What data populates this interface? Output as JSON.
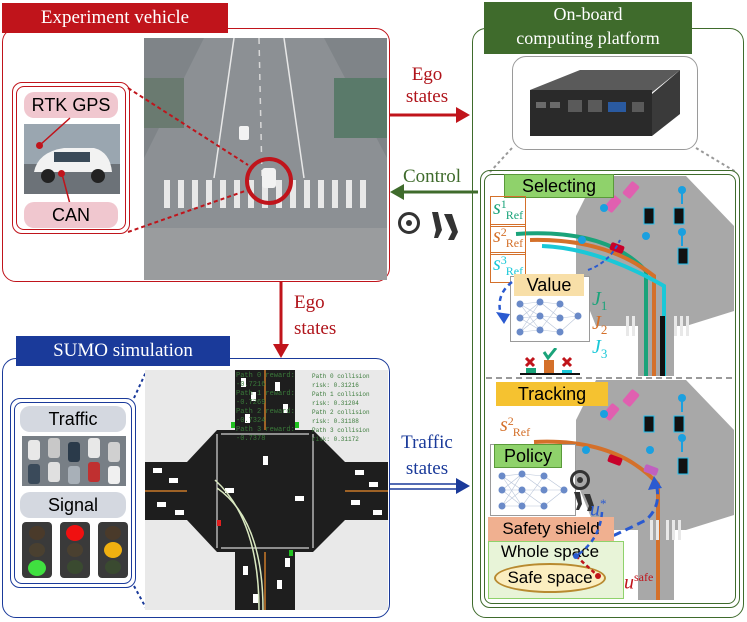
{
  "experiment": {
    "title": "Experiment vehicle",
    "rtk": "RTK GPS",
    "can": "CAN"
  },
  "onboard": {
    "title_line1": "On-board",
    "title_line2": "computing platform"
  },
  "arrows": {
    "ego_states_top_1": "Ego",
    "ego_states_top_2": "states",
    "control": "Control",
    "ego_states_mid_1": "Ego",
    "ego_states_mid_2": "states",
    "traffic_states_1": "Traffic",
    "traffic_states_2": "states"
  },
  "sumo": {
    "title": "SUMO simulation",
    "traffic": "Traffic",
    "signal": "Signal",
    "reward_lines": [
      "Path 0 reward: -0.7216",
      "Path 1 reward: -0.7269",
      "Path 2 reward: -0.7324",
      "Path 3 reward: -0.7378"
    ],
    "risk_lines": [
      "Path 0 collision risk: 0.31216",
      "Path 1 collision risk: 0.31204",
      "Path 2 collision risk: 0.31188",
      "Path 3 collision risk: 0.31172"
    ]
  },
  "selecting": {
    "title": "Selecting",
    "s1": "s",
    "s1_sup": "1",
    "s1_sub": "Ref",
    "s2": "s",
    "s2_sup": "2",
    "s2_sub": "Ref",
    "s3": "s",
    "s3_sup": "3",
    "s3_sub": "Ref",
    "value": "Value",
    "j1": "J",
    "j1_sub": "1",
    "j2": "J",
    "j2_sub": "2",
    "j3": "J",
    "j3_sub": "3"
  },
  "tracking": {
    "title": "Tracking",
    "sref": "s",
    "sref_sup": "2",
    "sref_sub": "Ref",
    "policy": "Policy",
    "u_star": "u",
    "u_star_sup": "*",
    "safety": "Safety shield",
    "whole": "Whole space",
    "safe": "Safe space",
    "u_safe": "u",
    "u_safe_sup": "safe"
  },
  "colors": {
    "red": "#c0141b",
    "blue": "#1a3a9a",
    "green": "#3f6b2c",
    "s1_color": "#1aa37a",
    "s2_color": "#d4702a",
    "s3_color": "#1ac8d8"
  }
}
